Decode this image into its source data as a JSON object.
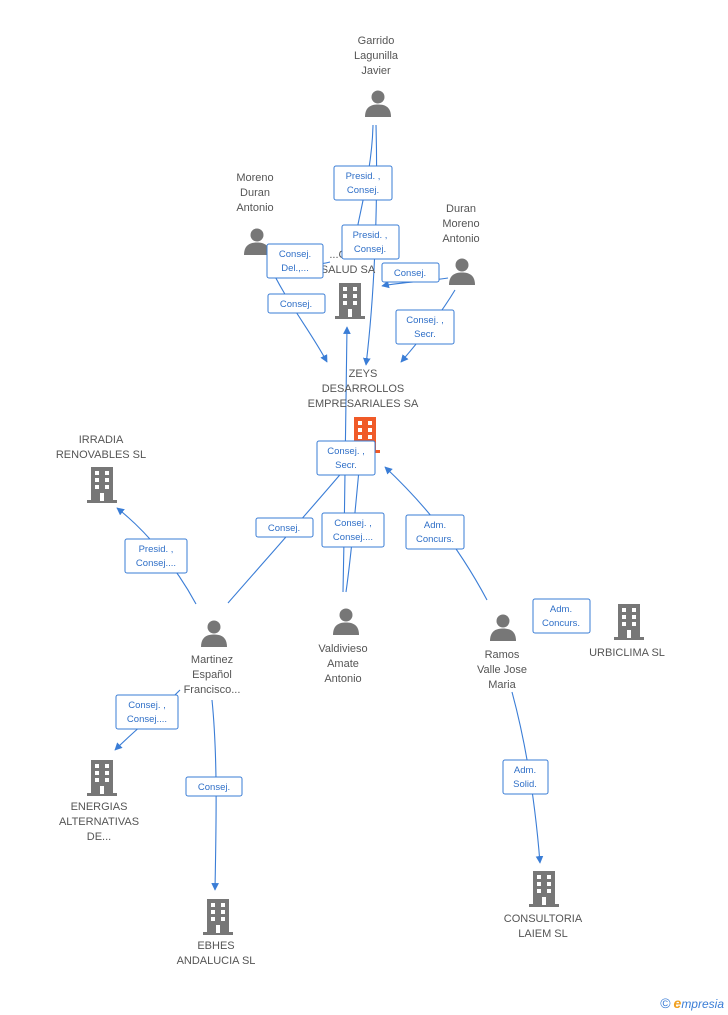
{
  "nodes": {
    "garrido": {
      "type": "person",
      "lines": [
        "Garrido",
        "Lagunilla",
        "Javier"
      ]
    },
    "moreno": {
      "type": "person",
      "lines": [
        "Moreno",
        "Duran",
        "Antonio"
      ]
    },
    "duran": {
      "type": "person",
      "lines": [
        "Duran",
        "Moreno",
        "Antonio"
      ]
    },
    "tecnisalud": {
      "type": "company",
      "lines": [
        "...CNI...",
        "SALUD SA"
      ]
    },
    "zeys": {
      "type": "company-main",
      "lines": [
        "ZEYS",
        "DESARROLLOS",
        "EMPRESARIALES SA"
      ]
    },
    "irradia": {
      "type": "company",
      "lines": [
        "IRRADIA",
        "RENOVABLES SL"
      ]
    },
    "martinez": {
      "type": "person",
      "lines": [
        "Martinez",
        "Español",
        "Francisco..."
      ]
    },
    "valdivieso": {
      "type": "person",
      "lines": [
        "Valdivieso",
        "Amate",
        "Antonio"
      ]
    },
    "ramos": {
      "type": "person",
      "lines": [
        "Ramos",
        "Valle Jose",
        "Maria"
      ]
    },
    "urbiclima": {
      "type": "company",
      "lines": [
        "URBICLIMA SL"
      ]
    },
    "energias": {
      "type": "company",
      "lines": [
        "ENERGIAS",
        "ALTERNATIVAS",
        "DE..."
      ]
    },
    "ebhes": {
      "type": "company",
      "lines": [
        "EBHES",
        "ANDALUCIA SL"
      ]
    },
    "consultoria": {
      "type": "company",
      "lines": [
        "CONSULTORIA",
        "LAIEM SL"
      ]
    }
  },
  "edge_labels": {
    "garrido_tecni": [
      "Presid. ,",
      "Consej."
    ],
    "garrido_zeys": [
      "Presid. ,",
      "Consej."
    ],
    "moreno_tecni": [
      "Consej.",
      "Del.,..."
    ],
    "moreno_zeys": [
      "Consej."
    ],
    "duran_tecni": [
      "Consej."
    ],
    "duran_zeys": [
      "Consej. ,",
      "Secr."
    ],
    "valdivieso_tecni": [
      "Consej. ,",
      "Secr."
    ],
    "martinez_zeys": [
      "Consej."
    ],
    "valdivieso_zeys": [
      "Consej. ,",
      "Consej...."
    ],
    "ramos_zeys": [
      "Adm.",
      "Concurs."
    ],
    "martinez_irradia": [
      "Presid. ,",
      "Consej...."
    ],
    "ramos_urbiclima": [
      "Adm.",
      "Concurs."
    ],
    "martinez_energias": [
      "Consej. ,",
      "Consej...."
    ],
    "martinez_ebhes": [
      "Consej."
    ],
    "ramos_consultoria": [
      "Adm.",
      "Solid."
    ]
  },
  "colors": {
    "edge": "#3a7dd6",
    "node": "#777777",
    "main": "#f05a28",
    "label_text": "#2f6fc7"
  },
  "watermark": {
    "copyright": "©",
    "brand_initial": "e",
    "brand_rest": "mpresia"
  }
}
